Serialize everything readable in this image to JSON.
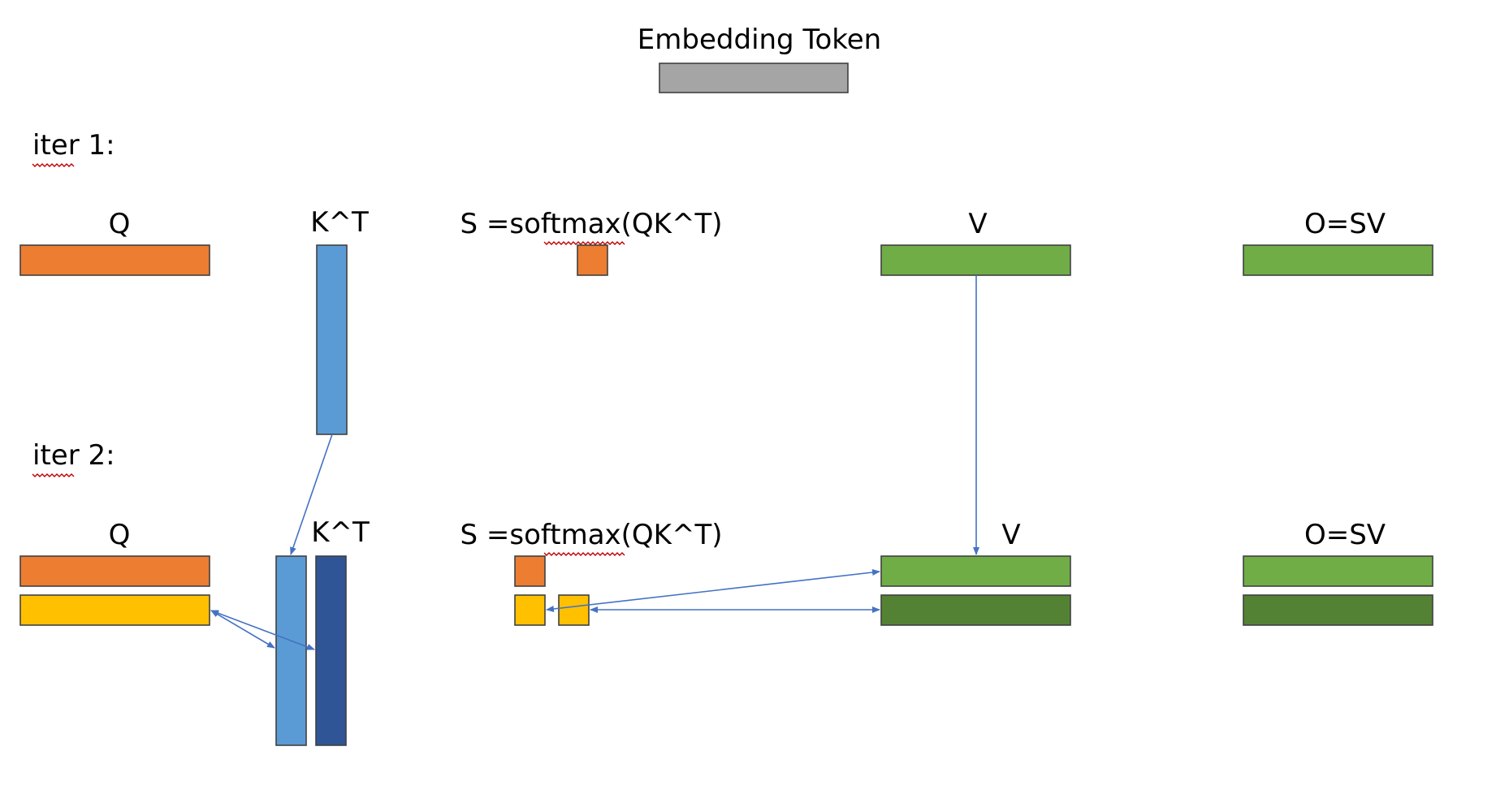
{
  "title": "Embedding Token",
  "colors": {
    "embedding": "#A5A5A5",
    "q_iter1": "#ED7D31",
    "q_iter2": "#FFC000",
    "k_iter1": "#5B9BD5",
    "k_iter2": "#2F5597",
    "v_iter1": "#70AD47",
    "v_iter2": "#548235",
    "arrow": "#4472C4",
    "border": "#404040"
  },
  "iter1": {
    "label": "iter 1:",
    "q_label": "Q",
    "k_label": "K^T",
    "s_label": "S =softmax(QK^T)",
    "v_label": "V",
    "o_label": "O=SV"
  },
  "iter2": {
    "label": "iter 2:",
    "q_label": "Q",
    "k_label": "K^T",
    "s_label": "S =softmax(QK^T)",
    "v_label": "V",
    "o_label": "O=SV"
  }
}
